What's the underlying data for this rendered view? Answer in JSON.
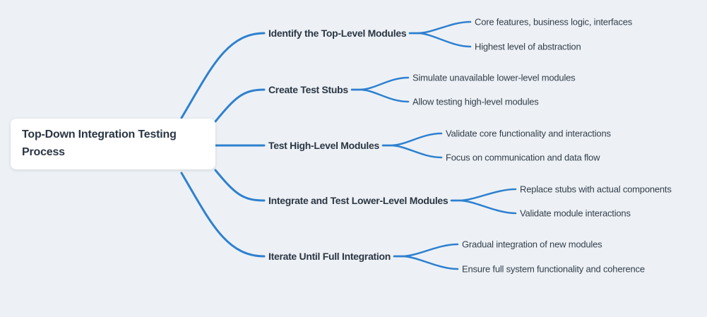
{
  "colors": {
    "background": "#edf1f5",
    "connector_line": "#2e80d0",
    "text": "#2b3644",
    "root_node_background": "#ffffff"
  },
  "mindmap": {
    "root": {
      "label": "Top-Down Integration Testing Process"
    },
    "branches": [
      {
        "label": "Identify the Top-Level Modules",
        "children": [
          "Core features, business logic, interfaces",
          "Highest level of abstraction"
        ]
      },
      {
        "label": "Create Test Stubs",
        "children": [
          "Simulate unavailable lower-level modules",
          "Allow testing high-level modules"
        ]
      },
      {
        "label": "Test High-Level Modules",
        "children": [
          "Validate core functionality and interactions",
          "Focus on communication and data flow"
        ]
      },
      {
        "label": "Integrate and Test Lower-Level Modules",
        "children": [
          "Replace stubs with actual components",
          "Validate module interactions"
        ]
      },
      {
        "label": "Iterate Until Full Integration",
        "children": [
          "Gradual integration of new modules",
          "Ensure full system functionality and coherence"
        ]
      }
    ]
  }
}
